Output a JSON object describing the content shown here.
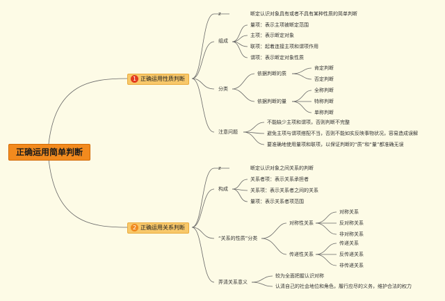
{
  "root": "正确运用简单判断",
  "branches": [
    {
      "badge": "1",
      "label": "正确运用性质判断",
      "z": "z",
      "definition": "断定认识对象具有或者不具有某种性质的简单判断",
      "groups": [
        {
          "label": "组成",
          "items": [
            "量项：表示主项被断定范围",
            "主项：表示断定对象",
            "联项：起着连接主项和谓项作用",
            "谓项：表示断定对象性质"
          ]
        },
        {
          "label": "分类",
          "subgroups": [
            {
              "label": "依据判断的质",
              "items": [
                "肯定判断",
                "否定判断"
              ]
            },
            {
              "label": "依据判断的量",
              "items": [
                "全称判断",
                "特称判断",
                "单称判断"
              ]
            }
          ]
        },
        {
          "label": "注意问题",
          "items": [
            "不能缺少主项和谓项，否则判断不完整",
            "避免主项与谓项搭配不当，否则不能如实反映事物状况，容易造成误解",
            "要准确地使用量项和联项，以保证判断的“质”和“量”都准确无误"
          ]
        }
      ]
    },
    {
      "badge": "2",
      "label": "正确运用关系判断",
      "z": "z",
      "definition": "断定认识对象之间关系的判断",
      "groups": [
        {
          "label": "构成",
          "items": [
            "关系者项：表示关系承担者",
            "关系项：表示关系者之间的关系",
            "量项：表示关系者项范围"
          ]
        },
        {
          "label": "“关系的性质”分类",
          "subgroups": [
            {
              "label": "对称性关系",
              "items": [
                "对称关系",
                "反对称关系",
                "非对称关系"
              ]
            },
            {
              "label": "传递性关系",
              "items": [
                "传递关系",
                "反传递关系",
                "非传递关系"
              ]
            }
          ]
        },
        {
          "label": "弄清关系意义",
          "items": [
            "较为全面把握认识对称",
            "认清自己的社会地位和角色，履行应尽的义务，维护合法的权力"
          ]
        }
      ]
    }
  ]
}
